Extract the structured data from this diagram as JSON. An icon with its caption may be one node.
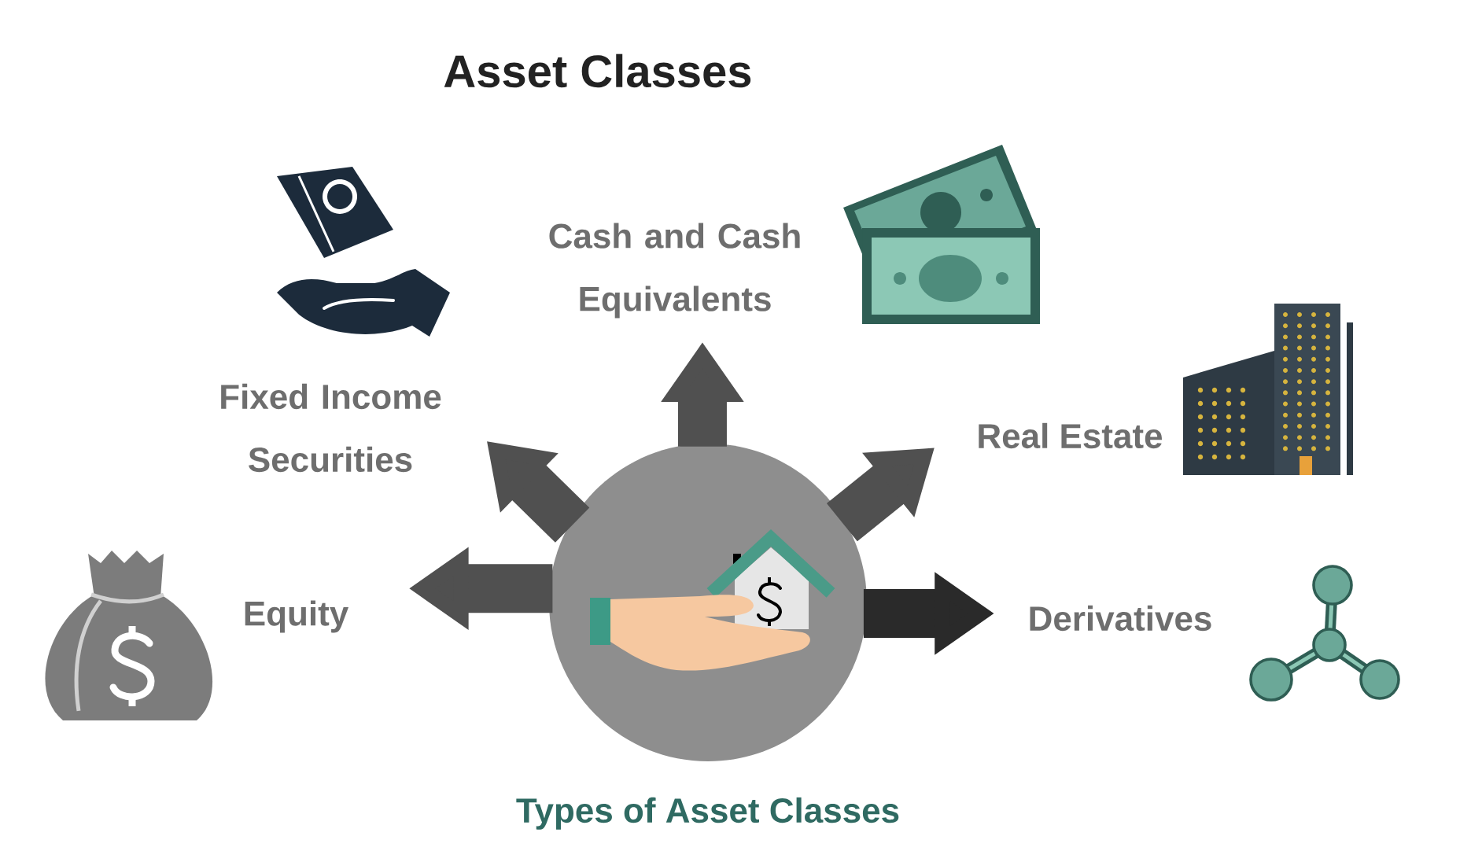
{
  "diagram": {
    "title": "Asset Classes",
    "nodes": [
      {
        "text": [
          "Cash and Cash Equivalents"
        ]
      },
      {
        "text": [
          "Fixed Income Securities"
        ]
      },
      {
        "text": [
          "Real Estate"
        ]
      },
      {
        "text": [],
        "shape": "circle",
        "beside": [
          "Types of Asset Classes"
        ]
      },
      {
        "text": [
          "Equity"
        ]
      },
      {
        "text": [
          "Derivatives"
        ]
      }
    ],
    "edges": [
      {
        "from": 3,
        "to": 0,
        "arrow": "to"
      },
      {
        "from": 3,
        "to": 1,
        "arrow": "to"
      },
      {
        "from": 3,
        "to": 2,
        "arrow": "to"
      },
      {
        "from": 3,
        "to": 4,
        "arrow": "to"
      },
      {
        "from": 3,
        "to": 5,
        "arrow": "to",
        "color": "#2a2a2a"
      }
    ]
  }
}
